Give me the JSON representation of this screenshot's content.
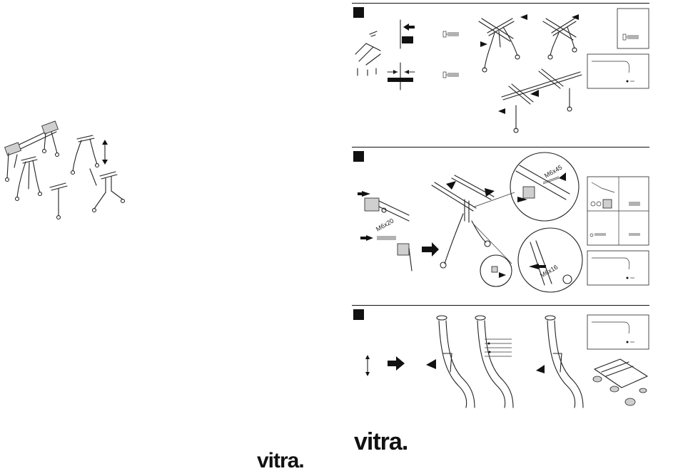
{
  "brand": {
    "logo_left": "vitra.",
    "logo_right": "vitra."
  },
  "steps": [
    {
      "id": "step-1"
    },
    {
      "id": "step-2",
      "labels": [
        "M6x45",
        "M6x20",
        "M6x16"
      ]
    },
    {
      "id": "step-3"
    }
  ],
  "colors": {
    "ink": "#111111",
    "paper": "#ffffff",
    "part_grey": "#cfcfcf"
  }
}
